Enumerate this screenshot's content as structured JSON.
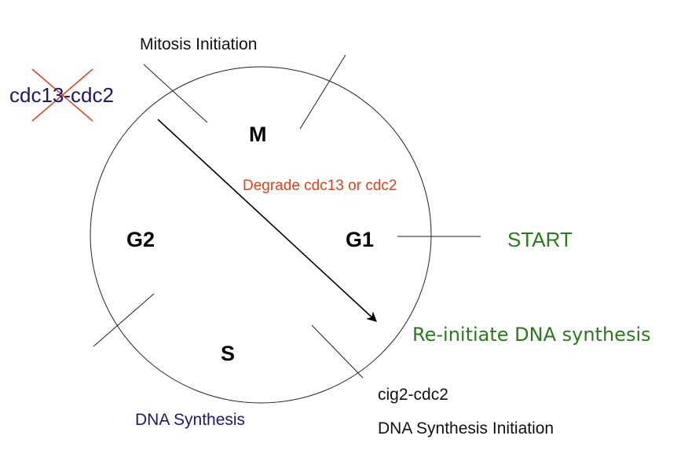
{
  "colors": {
    "navy": "#1a1a6e",
    "green": "#2a7a1c",
    "red": "#e0401c",
    "black": "#111111"
  },
  "labels": {
    "mitosis_initiation": "Mitosis Initiation",
    "cdc13_cdc2": "cdc13-cdc2",
    "phase_m": "M",
    "degrade": "Degrade cdc13 or cdc2",
    "phase_g2": "G2",
    "phase_g1": "G1",
    "start": "START",
    "reinitiate": "Re-initiate DNA synthesis",
    "phase_s": "S",
    "cig2_cdc2": "cig2-cdc2",
    "dna_synthesis": "DNA Synthesis",
    "dna_synthesis_initiation": "DNA Synthesis Initiation"
  }
}
